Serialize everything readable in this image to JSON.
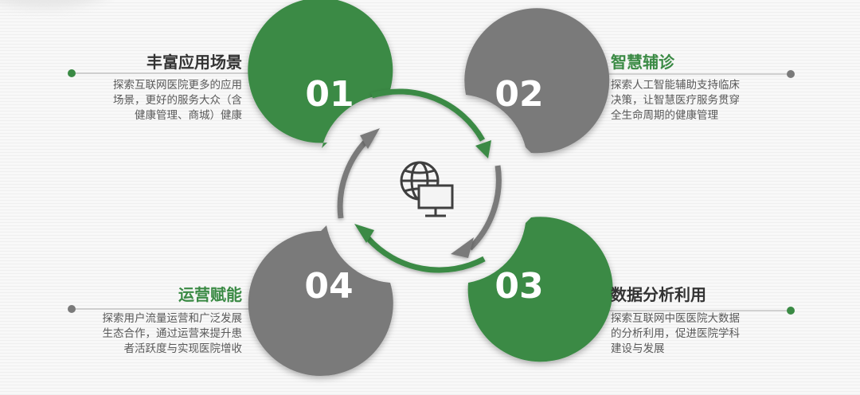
{
  "items": [
    {
      "number": "01",
      "title": "丰富应用场景",
      "desc": [
        "探索互联网医院更多的应用",
        "场景，更好的服务大众（含",
        "健康管理、商城）健康"
      ]
    },
    {
      "number": "02",
      "title": "智慧辅诊",
      "desc": [
        "探索人工智能辅助支持临床",
        "决策，让智慧医疗服务贯穿",
        "全生命周期的健康管理"
      ]
    },
    {
      "number": "03",
      "title": "数据分析利用",
      "desc": [
        "探索互联网中医医院大数据",
        "的分析利用，促进医院学科",
        "建设与发展"
      ]
    },
    {
      "number": "04",
      "title": "运营赋能",
      "desc": [
        "探索用户流量运营和广泛发展",
        "生态合作，通过运营来提升患",
        "者活跃度与实现医院增收"
      ]
    }
  ],
  "center_icon": "globe-computer-icon",
  "colors": {
    "green": "#3a8a44",
    "gray": "#7a7a7a",
    "title_green": "#3a8a44",
    "title_dark": "#333333"
  }
}
